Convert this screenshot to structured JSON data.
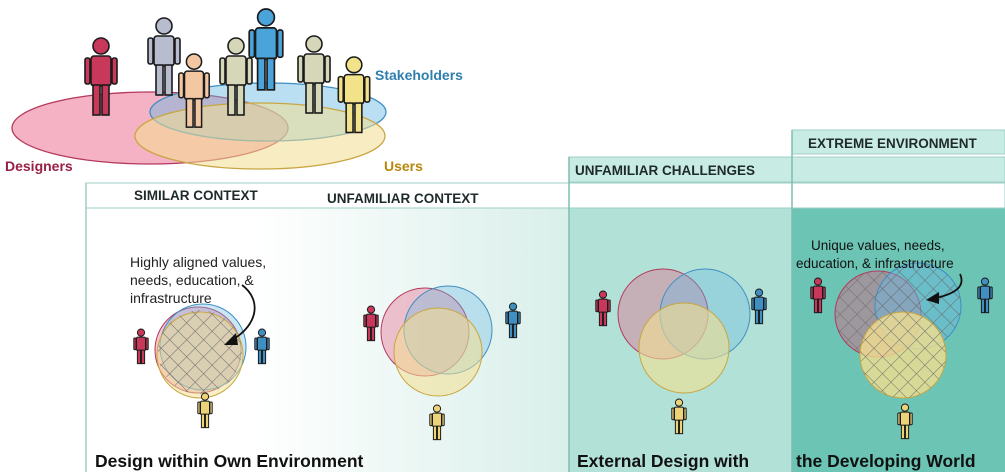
{
  "legend": {
    "designers_label": "Designers",
    "users_label": "Users",
    "stakeholders_label": "Stakeholders"
  },
  "headers": {
    "extreme_environment": "EXTREME ENVIRONMENT",
    "unfamiliar_challenges": "UNFAMILIAR CHALLENGES",
    "similar_context": "SIMILAR CONTEXT",
    "unfamiliar_context": "UNFAMILIAR CONTEXT"
  },
  "annotations": {
    "similar": [
      "Highly aligned values,",
      "needs, education, &",
      "infrastructure"
    ],
    "extreme": [
      "Unique values, needs,",
      "education, & infrastructure"
    ]
  },
  "footers": {
    "own_environment": "Design within Own Environment",
    "external_design": "External Design with",
    "developing_world": "the Developing World"
  },
  "colors": {
    "designers": "#c8385a",
    "stakeholders": "#3f8fc2",
    "users": "#ecd37a",
    "person_gray": "#b8bccf",
    "person_peach": "#f3c7a2",
    "person_tan": "#d6d6b8",
    "person_blue": "#4aa3d9",
    "person_yellow": "#f2e28a",
    "designers_label": "#9a1f45",
    "stakeholders_label": "#2e7fae",
    "users_label": "#b8860b",
    "header_fill": "#a8dcd2",
    "panel_light": "#e3f3ef",
    "panel_mid": "#b2e1d8",
    "panel_dark": "#6cc4b4",
    "header_bg": "#c8ebe4"
  }
}
